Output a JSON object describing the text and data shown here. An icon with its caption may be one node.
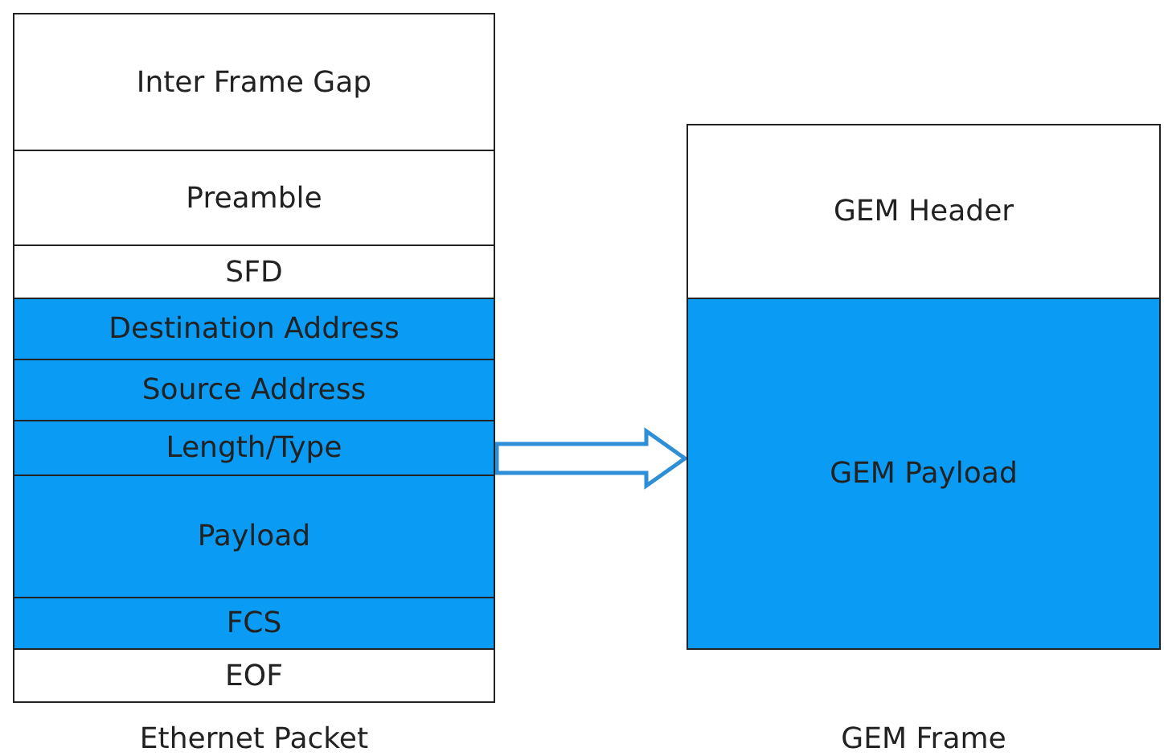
{
  "diagram": {
    "nodes": [
      {
        "text": [
          "Ethernet Packet"
        ]
      },
      {
        "text": [
          "Inter Frame Gap"
        ],
        "in": 0
      },
      {
        "text": [
          "Preamble"
        ],
        "in": 0
      },
      {
        "text": [
          "SFD"
        ],
        "in": 0
      },
      {
        "text": [
          "Destination Address"
        ],
        "in": 0
      },
      {
        "text": [
          "Source Address"
        ],
        "in": 0
      },
      {
        "text": [
          "Length/Type"
        ],
        "in": 0
      },
      {
        "text": [
          "Payload"
        ],
        "in": 0
      },
      {
        "text": [
          "FCS"
        ],
        "in": 0
      },
      {
        "text": [
          "EOF"
        ],
        "in": 0
      },
      {
        "text": [
          "GEM Frame"
        ]
      },
      {
        "text": [
          "GEM Header"
        ],
        "in": 10
      },
      {
        "text": [
          "GEM Payload"
        ],
        "in": 10
      }
    ],
    "edges": [
      {
        "from": 0,
        "to": 10,
        "arrow": "to"
      }
    ]
  }
}
